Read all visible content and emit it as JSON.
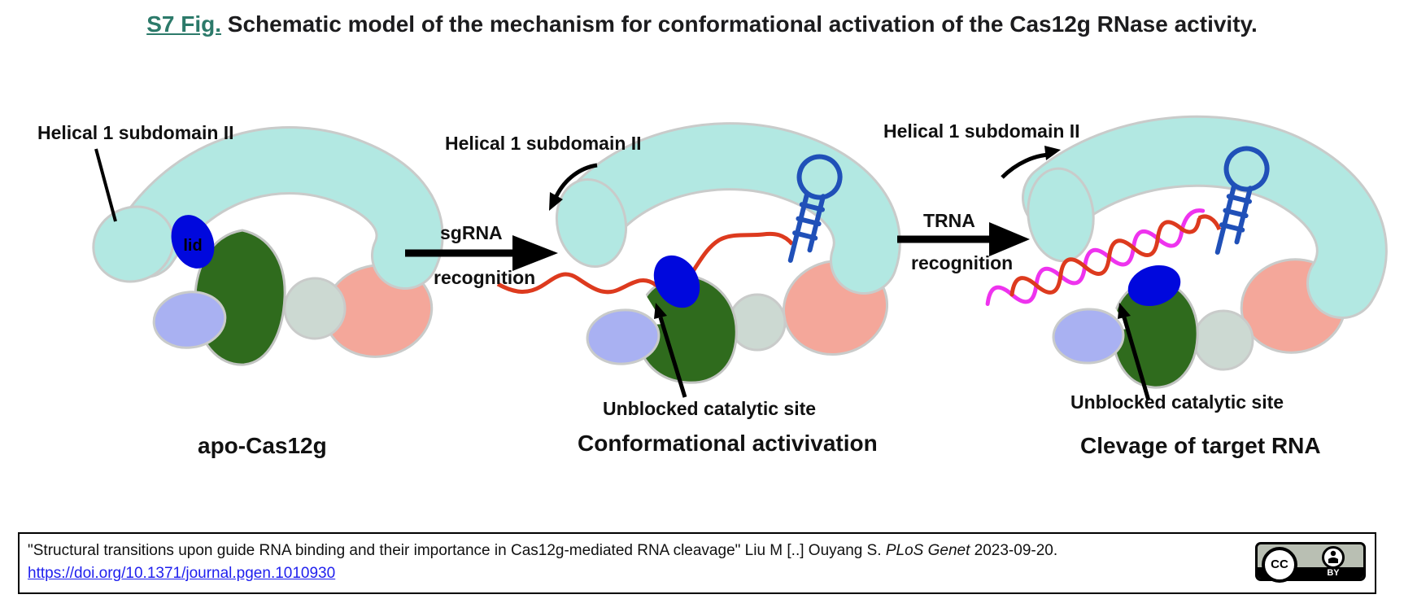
{
  "title": {
    "prefix": "S7 Fig.",
    "text": " Schematic model of the mechanism for conformational activation of the Cas12g RNase activity."
  },
  "panels": {
    "left": {
      "domain_label": "Helical 1 subdomain II",
      "lid_label": "lid",
      "caption": "apo-Cas12g"
    },
    "middle": {
      "domain_label": "Helical 1 subdomain II",
      "site_label": "Unblocked catalytic site",
      "caption": "Conformational activivation"
    },
    "right": {
      "domain_label": "Helical 1 subdomain II",
      "site_label": "Unblocked catalytic site",
      "caption": "Clevage of target RNA"
    }
  },
  "arrows": {
    "sgrna": {
      "label": "sgRNA",
      "sub": "recognition"
    },
    "trna": {
      "label": "TRNA",
      "sub": "recognition"
    }
  },
  "citation": {
    "prefix": "\"Structural transitions upon guide RNA binding and their importance in Cas12g-mediated RNA cleavage\" Liu M [..] Ouyang S. ",
    "journal": "PLoS Genet",
    "suffix": " 2023-09-20.",
    "link": "https://doi.org/10.1371/journal.pgen.1010930"
  },
  "license": {
    "cc": "CC",
    "by": "BY"
  },
  "colors": {
    "heading_teal": "#2c7a6a",
    "body_cyan": "#b2e8e2",
    "outline_gray": "#c9cbca",
    "lid_blue": "#0008dd",
    "catalytic_green": "#2f6b1d",
    "periwinkle": "#a9b1f2",
    "linker_gray": "#ccd9d2",
    "salmon": "#f4a79a",
    "sgrna_red": "#dd3a1e",
    "target_magenta": "#ee33ee",
    "hairpin_blue": "#2050b8"
  }
}
